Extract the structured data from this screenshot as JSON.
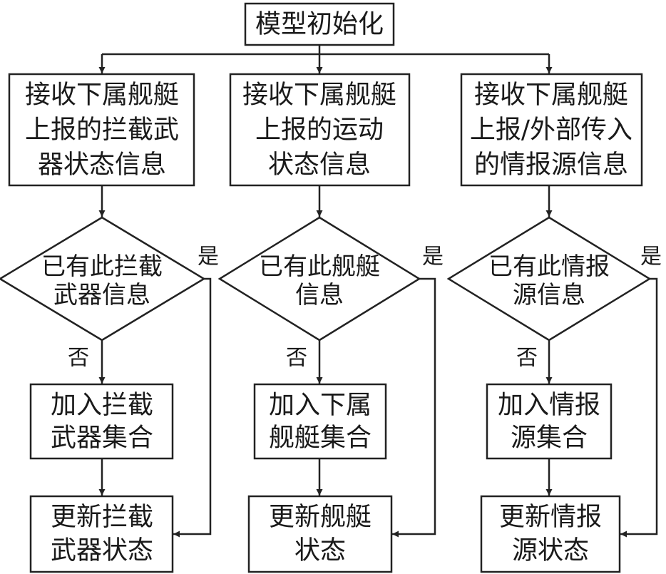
{
  "diagram": {
    "start": {
      "lines": [
        "模型初始化"
      ]
    },
    "branches": [
      {
        "receive": {
          "lines": [
            "接收下属舰艇",
            "上报的拦截武",
            "器状态信息"
          ]
        },
        "decision": {
          "lines": [
            "已有此拦截",
            "武器信息"
          ]
        },
        "yes_label": "是",
        "no_label": "否",
        "add": {
          "lines": [
            "加入拦截",
            "武器集合"
          ]
        },
        "update": {
          "lines": [
            "更新拦截",
            "武器状态"
          ]
        }
      },
      {
        "receive": {
          "lines": [
            "接收下属舰艇",
            "上报的运动",
            "状态信息"
          ]
        },
        "decision": {
          "lines": [
            "已有此舰艇",
            "信息"
          ]
        },
        "yes_label": "是",
        "no_label": "否",
        "add": {
          "lines": [
            "加入下属",
            "舰艇集合"
          ]
        },
        "update": {
          "lines": [
            "更新舰艇",
            "状态"
          ]
        }
      },
      {
        "receive": {
          "lines": [
            "接收下属舰艇",
            "上报/外部传入",
            "的情报源信息"
          ]
        },
        "decision": {
          "lines": [
            "已有此情报",
            "源信息"
          ]
        },
        "yes_label": "是",
        "no_label": "否",
        "add": {
          "lines": [
            "加入情报",
            "源集合"
          ]
        },
        "update": {
          "lines": [
            "更新情报",
            "源状态"
          ]
        }
      }
    ]
  }
}
